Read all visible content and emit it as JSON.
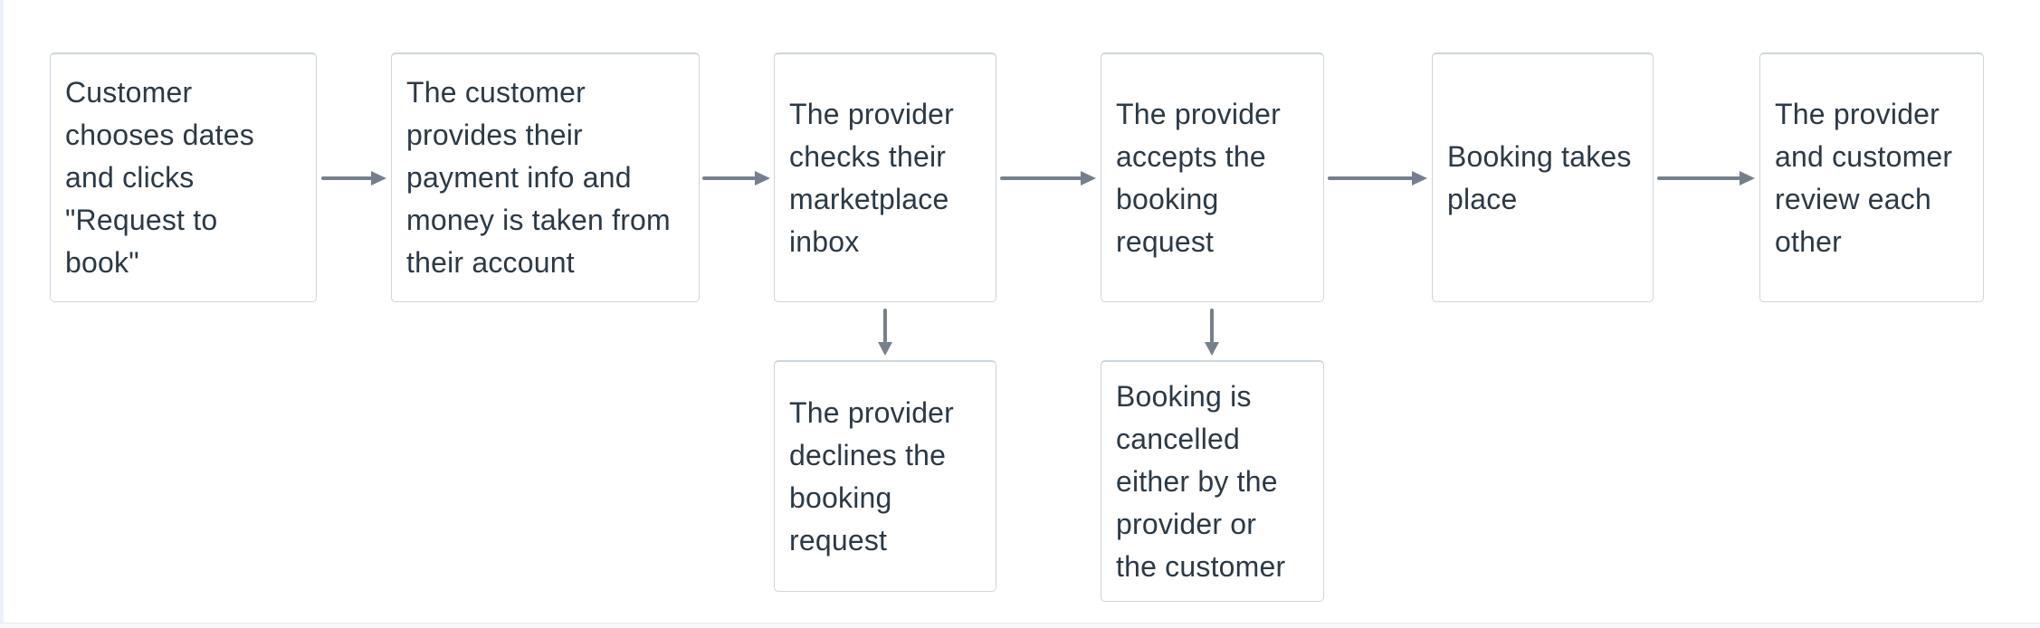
{
  "page": {
    "background": "#ffffff"
  },
  "flowchart": {
    "type": "process-flow",
    "direction": "left-to-right",
    "nodes": [
      {
        "id": "step-1",
        "label": "Customer\nchooses dates\nand clicks\n\"Request to book\""
      },
      {
        "id": "step-2",
        "label": "The customer\nprovides their\npayment info and\nmoney is taken from\ntheir account"
      },
      {
        "id": "step-3",
        "label": "The provider\nchecks their\nmarketplace\ninbox"
      },
      {
        "id": "step-4",
        "label": "The provider\naccepts the\nbooking\nrequest"
      },
      {
        "id": "step-5",
        "label": "Booking takes\nplace"
      },
      {
        "id": "step-6",
        "label": "The provider\nand customer\nreview each\nother"
      },
      {
        "id": "branch-decline",
        "label": "The provider\ndeclines the\nbooking\nrequest"
      },
      {
        "id": "branch-cancel",
        "label": "Booking is\ncancelled\neither by the\nprovider or\nthe customer"
      }
    ],
    "edges": [
      {
        "from": "step-1",
        "to": "step-2",
        "direction": "right"
      },
      {
        "from": "step-2",
        "to": "step-3",
        "direction": "right"
      },
      {
        "from": "step-3",
        "to": "step-4",
        "direction": "right"
      },
      {
        "from": "step-4",
        "to": "step-5",
        "direction": "right"
      },
      {
        "from": "step-5",
        "to": "step-6",
        "direction": "right"
      },
      {
        "from": "step-3",
        "to": "branch-decline",
        "direction": "down"
      },
      {
        "from": "step-4",
        "to": "branch-cancel",
        "direction": "down"
      }
    ],
    "colors": {
      "box_background": "#ffffff",
      "box_border": "#ccd5de",
      "text": "#2b3947",
      "arrow": "#76808c",
      "page_left_edge": "#edf1f7",
      "page_bottom_edge": "#f7f9fb"
    }
  }
}
